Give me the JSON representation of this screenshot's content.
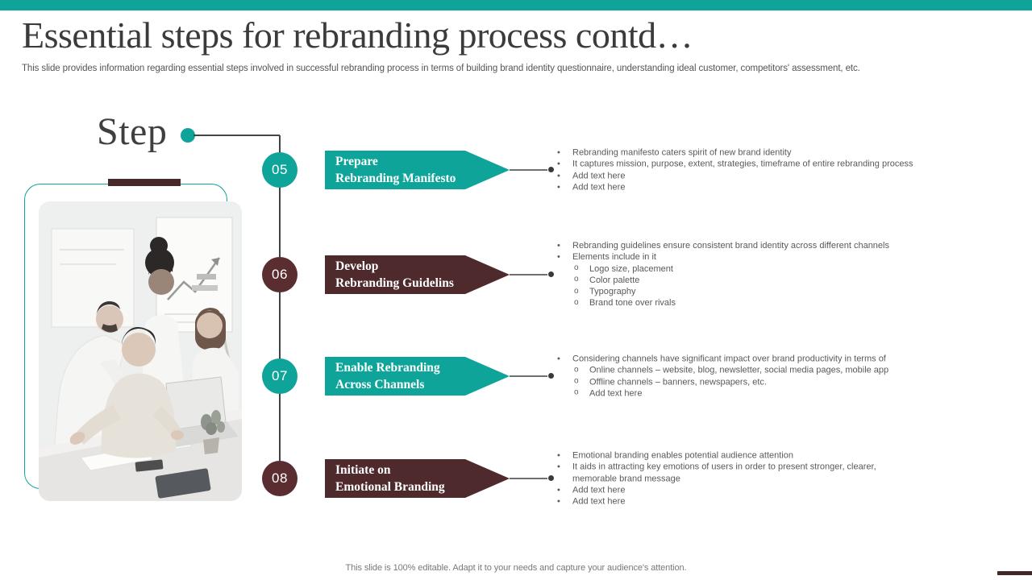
{
  "slide": {
    "title": "Essential steps for rebranding process contd…",
    "subtitle": "This slide provides information regarding essential steps involved in successful rebranding process in terms of building brand identity questionnaire, understanding ideal customer, competitors' assessment, etc.",
    "step_label": "Step",
    "footer": "This slide is 100% editable. Adapt it to your needs and capture your audience's attention."
  },
  "colors": {
    "teal": "#0FA49A",
    "maroon": "#4E2A2C",
    "circle_maroon": "#5A2D30",
    "connector_line": "#3F4545",
    "bottom_dash": "#42282A"
  },
  "steps": [
    {
      "number": "05",
      "variant": "teal",
      "title_lines": [
        "Prepare",
        "Rebranding Manifesto"
      ],
      "bullets": [
        {
          "level": 1,
          "text": "Rebranding manifesto caters spirit of new brand identity"
        },
        {
          "level": 1,
          "text": "It captures mission, purpose, extent, strategies, timeframe of entire rebranding process"
        },
        {
          "level": 1,
          "text": "Add text here"
        },
        {
          "level": 1,
          "text": "Add text here"
        }
      ]
    },
    {
      "number": "06",
      "variant": "maroon",
      "title_lines": [
        "Develop",
        "Rebranding Guidelins"
      ],
      "bullets": [
        {
          "level": 1,
          "text": "Rebranding guidelines ensure consistent brand identity across different channels"
        },
        {
          "level": 1,
          "text": "Elements include in it"
        },
        {
          "level": 2,
          "text": "Logo size, placement"
        },
        {
          "level": 2,
          "text": "Color palette"
        },
        {
          "level": 2,
          "text": "Typography"
        },
        {
          "level": 2,
          "text": "Brand tone over rivals"
        }
      ]
    },
    {
      "number": "07",
      "variant": "teal",
      "title_lines": [
        "Enable Rebranding",
        "Across Channels"
      ],
      "bullets": [
        {
          "level": 1,
          "text": "Considering channels have significant impact over brand productivity in terms of"
        },
        {
          "level": 2,
          "text": "Online channels – website, blog, newsletter, social media pages, mobile app"
        },
        {
          "level": 2,
          "text": "Offline channels – banners, newspapers, etc."
        },
        {
          "level": 2,
          "text": "Add text here"
        }
      ]
    },
    {
      "number": "08",
      "variant": "maroon",
      "title_lines": [
        "Initiate on",
        "Emotional Branding"
      ],
      "bullets": [
        {
          "level": 1,
          "text": "Emotional branding enables potential audience attention"
        },
        {
          "level": 1,
          "text": "It aids in attracting key emotions of users in order to present stronger, clearer, memorable brand message"
        },
        {
          "level": 1,
          "text": "Add text here"
        },
        {
          "level": 1,
          "text": "Add text here"
        }
      ]
    }
  ]
}
